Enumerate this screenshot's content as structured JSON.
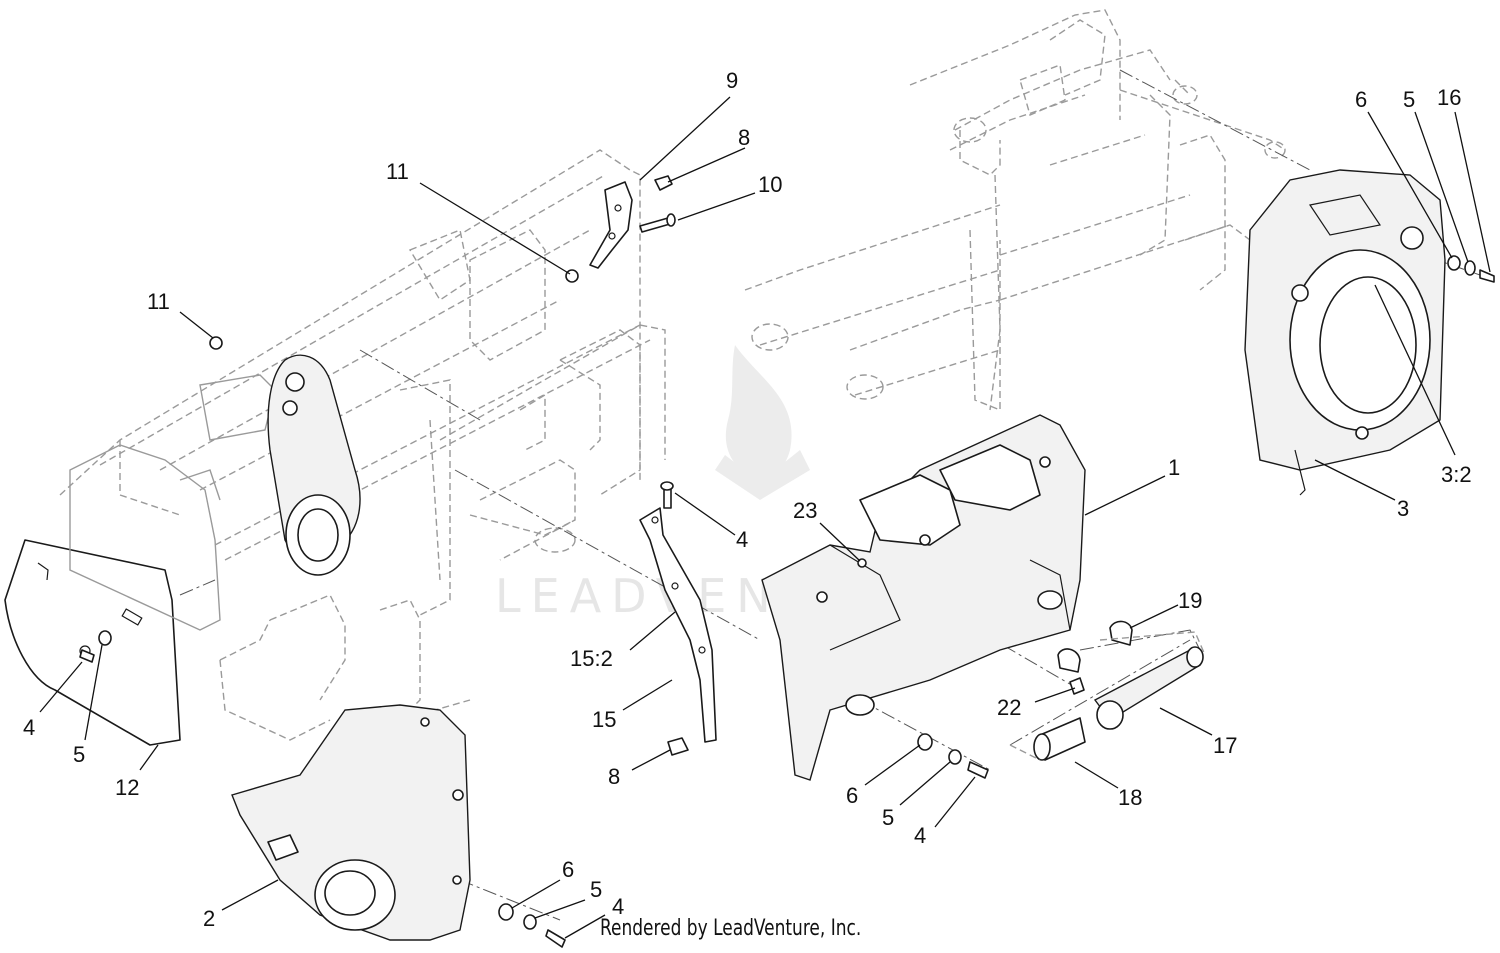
{
  "diagram": {
    "watermark": "LEADVENTURE",
    "credit": "Rendered by LeadVenture, Inc.",
    "callouts": [
      {
        "id": "c-9",
        "text": "9"
      },
      {
        "id": "c-8a",
        "text": "8"
      },
      {
        "id": "c-10",
        "text": "10"
      },
      {
        "id": "c-11a",
        "text": "11"
      },
      {
        "id": "c-11b",
        "text": "11"
      },
      {
        "id": "c-6a",
        "text": "6"
      },
      {
        "id": "c-5a",
        "text": "5"
      },
      {
        "id": "c-16",
        "text": "16"
      },
      {
        "id": "c-1",
        "text": "1"
      },
      {
        "id": "c-3-2",
        "text": "3:2"
      },
      {
        "id": "c-3",
        "text": "3"
      },
      {
        "id": "c-23",
        "text": "23"
      },
      {
        "id": "c-4a",
        "text": "4"
      },
      {
        "id": "c-19",
        "text": "19"
      },
      {
        "id": "c-15-2",
        "text": "15:2"
      },
      {
        "id": "c-15",
        "text": "15"
      },
      {
        "id": "c-22",
        "text": "22"
      },
      {
        "id": "c-17",
        "text": "17"
      },
      {
        "id": "c-8b",
        "text": "8"
      },
      {
        "id": "c-6b",
        "text": "6"
      },
      {
        "id": "c-18",
        "text": "18"
      },
      {
        "id": "c-5b",
        "text": "5"
      },
      {
        "id": "c-4b",
        "text": "4"
      },
      {
        "id": "c-4c",
        "text": "4"
      },
      {
        "id": "c-5c",
        "text": "5"
      },
      {
        "id": "c-12",
        "text": "12"
      },
      {
        "id": "c-2",
        "text": "2"
      },
      {
        "id": "c-6c",
        "text": "6"
      },
      {
        "id": "c-5d",
        "text": "5"
      },
      {
        "id": "c-4d",
        "text": "4"
      }
    ]
  }
}
